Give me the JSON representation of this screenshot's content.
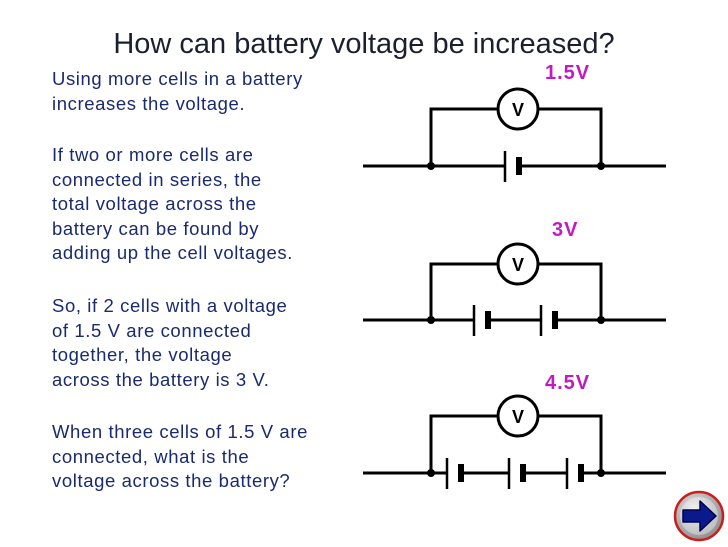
{
  "title": "How can battery voltage be increased?",
  "paragraphs": [
    [
      "Using more cells in a battery",
      "increases the voltage."
    ],
    [
      "If two or more cells are",
      "connected in series, the",
      "total voltage across the",
      "battery can be found by",
      "adding up the cell voltages."
    ],
    [
      "So, if 2 cells with a voltage",
      "of 1.5 V are connected",
      "together, the voltage",
      "across the battery is 3 V."
    ],
    [
      "When three cells of 1.5 V are",
      "connected, what is the",
      "voltage across the battery?"
    ]
  ],
  "circuits": [
    {
      "voltage_label": "1.5V",
      "meter_symbol": "V",
      "cells": 1
    },
    {
      "voltage_label": "3V",
      "meter_symbol": "V",
      "cells": 2
    },
    {
      "voltage_label": "4.5V",
      "meter_symbol": "V",
      "cells": 3
    }
  ],
  "colors": {
    "text": "#1a2a70",
    "voltage_label": "#c21ac2",
    "nav_button": "#0a1a8c"
  },
  "nav_icon": "right-arrow-icon"
}
